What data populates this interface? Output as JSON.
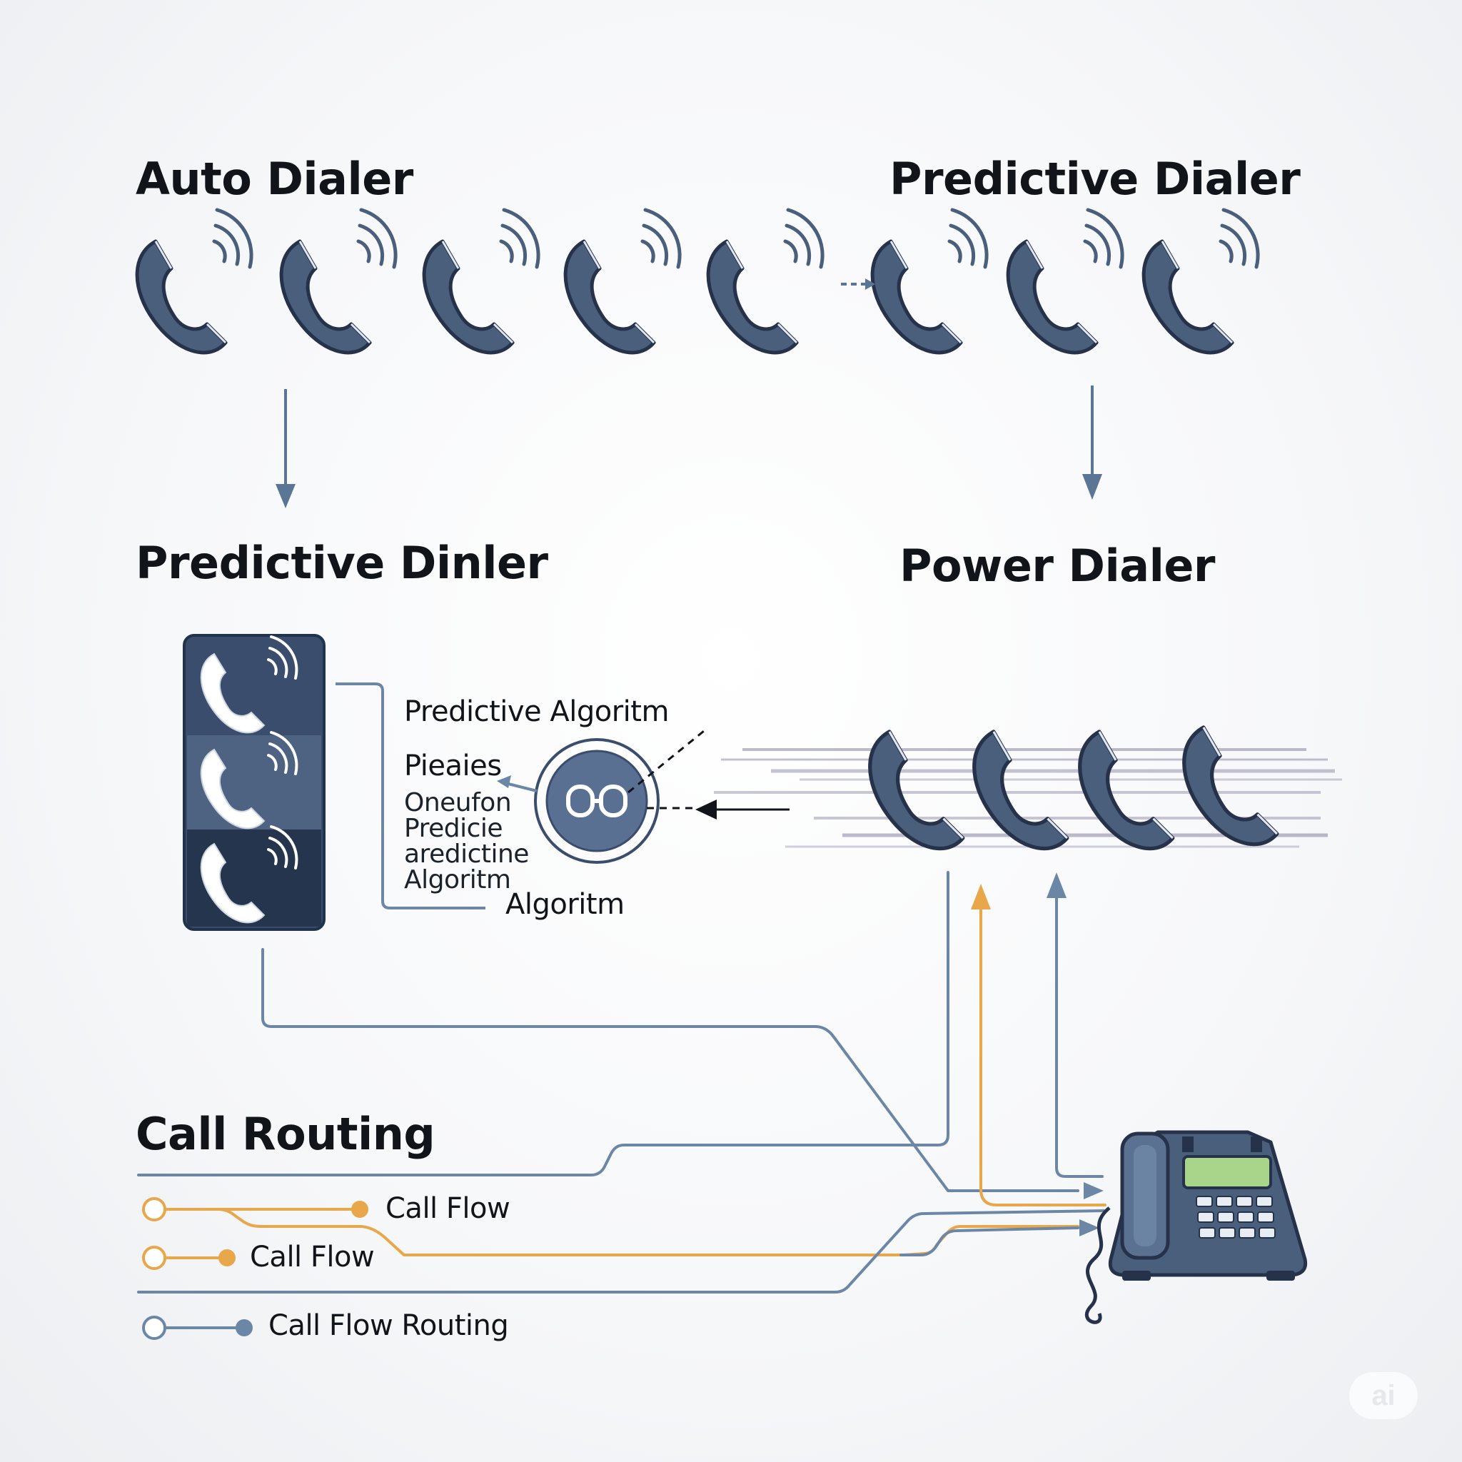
{
  "titles": {
    "auto_dialer": "Auto Dialer",
    "predictive_dialer_top": "Predictive Dialer",
    "predictive_dinler": "Predictive Dinler",
    "power_dialer": "Power Dialer",
    "call_routing": "Call Routing"
  },
  "algorithm": {
    "predictive_algoritm": "Predictive Algoritm",
    "pieaies": "Pieaies",
    "oneufon": "Oneufon",
    "predicie": "Predicie",
    "aredictine": "aredictine",
    "algoritm_small": "Algoritm",
    "algoritm": "Algoritm",
    "hub_icon": "infinity-icon"
  },
  "legend": [
    {
      "label": "Call Flow",
      "color": "#e8a74a"
    },
    {
      "label": "Call Flow",
      "color": "#e8a74a"
    },
    {
      "label": "Call Flow Routing",
      "color": "#5b7595"
    }
  ],
  "watermark": "ai",
  "colors": {
    "handset": "#4a5f7c",
    "handset_outline": "#25324a",
    "panel": "#3a4d6c",
    "flow_blue": "#6c86a6",
    "flow_orange": "#e8a74a",
    "display_green": "#a8d58a"
  }
}
